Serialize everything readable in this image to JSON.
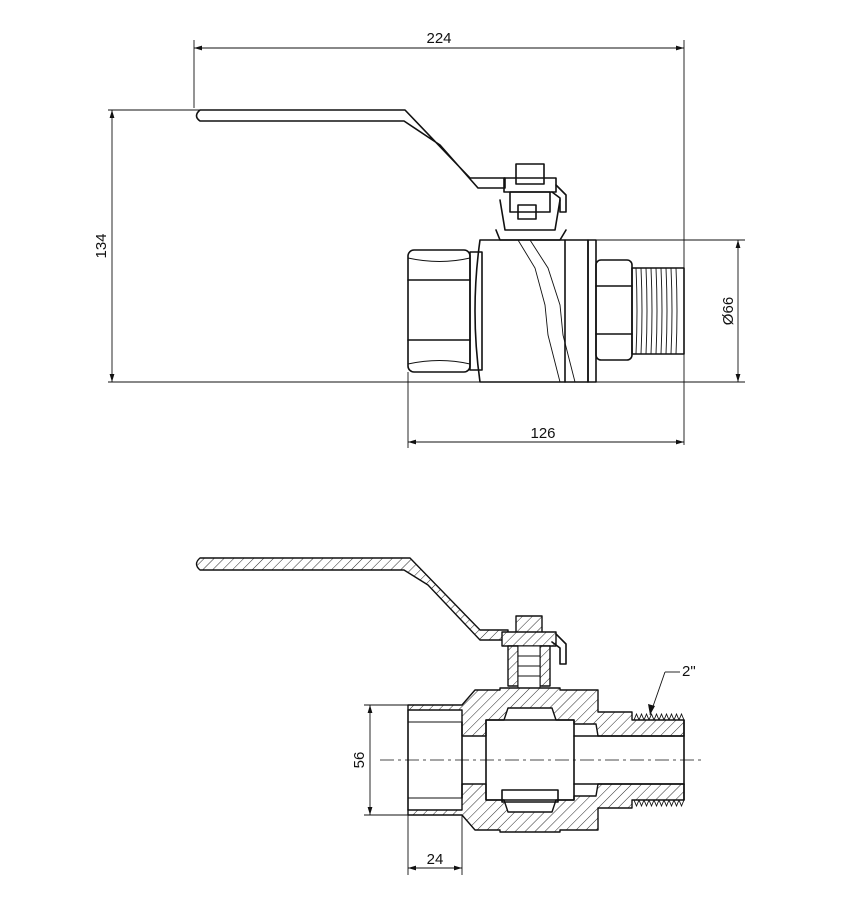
{
  "dimensions": {
    "overall_length": "224",
    "overall_height": "134",
    "body_diameter": "Ø66",
    "body_length": "126",
    "bore_diameter": "56",
    "thread_depth": "24",
    "thread_size": "2\""
  }
}
